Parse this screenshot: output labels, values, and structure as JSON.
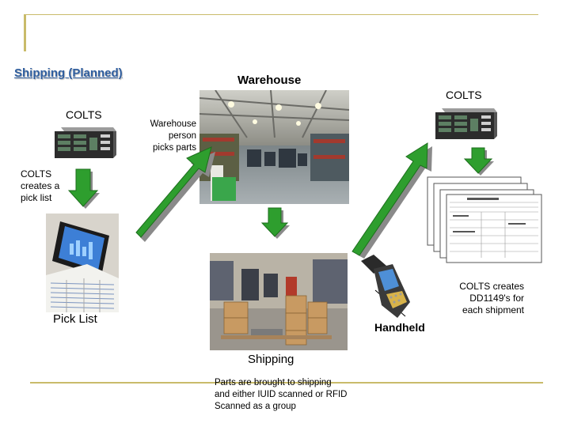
{
  "title": "Shipping (Planned)",
  "labels": {
    "warehouse": "Warehouse",
    "colts_left": "COLTS",
    "colts_right": "COLTS",
    "warehouse_person": [
      "Warehouse",
      "person",
      "picks parts"
    ],
    "colts_creates_pick_list": [
      "COLTS",
      "creates a",
      "pick list"
    ],
    "pick_list": "Pick List",
    "handheld": "Handheld",
    "shipping": "Shipping",
    "colts_creates_dd1149": [
      "COLTS creates",
      "DD1149's for",
      "each shipment"
    ],
    "shipping_note": [
      "Parts are brought to shipping",
      "and either IUID scanned or RFID",
      "Scanned as a group"
    ]
  },
  "colors": {
    "accent_rule": "#c9bb6a",
    "title": "#2f5e9f",
    "arrow_green": "#2e9e2e",
    "arrow_shadow": "#8a8a8a"
  }
}
